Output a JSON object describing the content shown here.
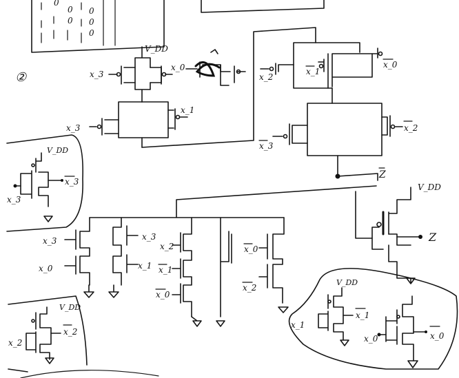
{
  "diagram": {
    "part_number": "②",
    "truth_table_glyphs": [
      "0",
      "0",
      "0",
      "0",
      "0",
      "0"
    ],
    "main_network": {
      "top_left_pmos": {
        "vdd": "V_DD",
        "in_left": "x_3",
        "in_right": "x_0"
      },
      "mid_left_pmos": {
        "in_left": "x_3",
        "in_right": "x_1"
      },
      "top_right_pmos": {
        "in_left": "x_2",
        "in_mid": "x_1",
        "in_right": "x_0"
      },
      "mid_right_pmos": {
        "in_left": "x_3",
        "in_right": "x_2"
      },
      "output_node": "Z"
    },
    "output_inverter": {
      "vdd": "V_DD",
      "output": "Z"
    },
    "nmos_network": {
      "col1": [
        "x_3",
        "x_0"
      ],
      "col2": [
        "x_3",
        "x_1"
      ],
      "col3": [
        "x_2",
        "x_1",
        "x_0"
      ],
      "col5": [
        "x_0",
        "x_2"
      ]
    },
    "inverter_x3": {
      "vdd": "V_DD",
      "in": "x_3",
      "out": "x_3"
    },
    "inverter_x2": {
      "vdd": "V_DD",
      "in": "x_2",
      "out": "x_2"
    },
    "inverter_x1_x0": {
      "vdd": "V_DD",
      "in1": "x_1",
      "out1": "x_1",
      "in0": "x_0",
      "out0": "x_0"
    }
  }
}
